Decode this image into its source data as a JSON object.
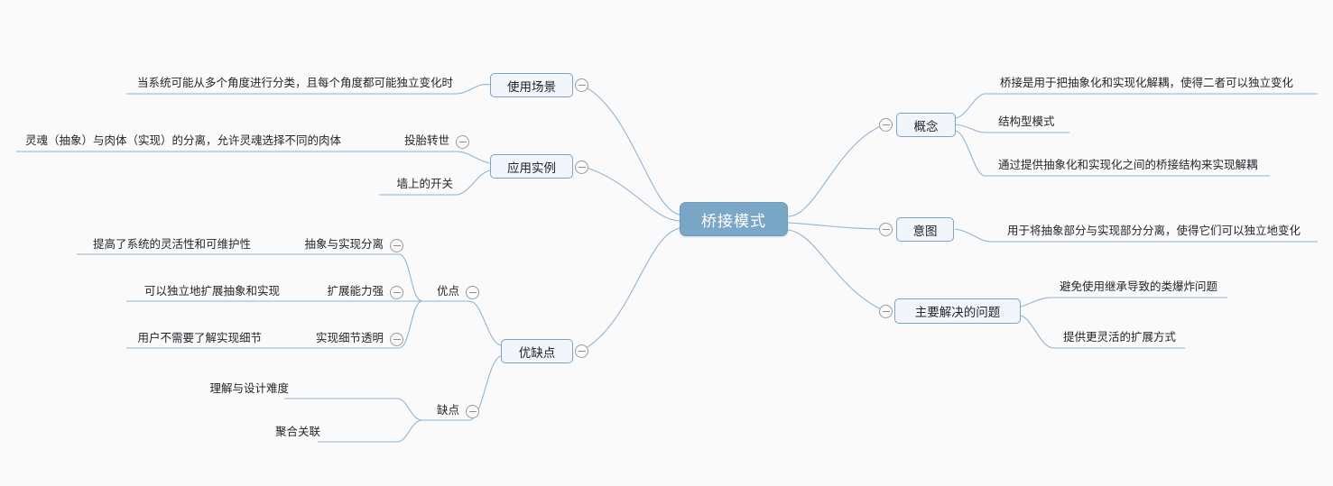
{
  "diagram": {
    "type": "mindmap",
    "title": "桥接模式",
    "background_color": "#fafafa",
    "root_fill": "#7ba7c7",
    "root_text_color": "#ffffff",
    "node_fill": "#f2f6fb",
    "node_border": "#7aa4c8",
    "line_color": "#8fb4d4",
    "toggle_color": "#9b9b9b",
    "toggle_icon": "collapse-minus-icon"
  },
  "root": {
    "label": "桥接模式"
  },
  "right_branches": [
    {
      "label": "概念",
      "children": [
        {
          "label": "桥接是用于把抽象化和实现化解耦，使得二者可以独立变化"
        },
        {
          "label": "结构型模式"
        },
        {
          "label": "通过提供抽象化和实现化之间的桥接结构来实现解耦"
        }
      ]
    },
    {
      "label": "意图",
      "children": [
        {
          "label": "用于将抽象部分与实现部分分离，使得它们可以独立地变化"
        }
      ]
    },
    {
      "label": "主要解决的问题",
      "children": [
        {
          "label": "避免使用继承导致的类爆炸问题"
        },
        {
          "label": "提供更灵活的扩展方式"
        }
      ]
    }
  ],
  "left_branches": [
    {
      "label": "使用场景",
      "children": [
        {
          "label": "当系统可能从多个角度进行分类，且每个角度都可能独立变化时"
        }
      ]
    },
    {
      "label": "应用实例",
      "children": [
        {
          "label": "投胎转世",
          "children": [
            {
              "label": "灵魂（抽象）与肉体（实现）的分离，允许灵魂选择不同的肉体"
            }
          ]
        },
        {
          "label": "墙上的开关"
        }
      ]
    },
    {
      "label": "优缺点",
      "children": [
        {
          "label": "优点",
          "children": [
            {
              "label": "抽象与实现分离",
              "children": [
                {
                  "label": "提高了系统的灵活性和可维护性"
                }
              ]
            },
            {
              "label": "扩展能力强",
              "children": [
                {
                  "label": "可以独立地扩展抽象和实现"
                }
              ]
            },
            {
              "label": "实现细节透明",
              "children": [
                {
                  "label": "用户不需要了解实现细节"
                }
              ]
            }
          ]
        },
        {
          "label": "缺点",
          "children": [
            {
              "label": "理解与设计难度"
            },
            {
              "label": "聚合关联"
            }
          ]
        }
      ]
    }
  ]
}
